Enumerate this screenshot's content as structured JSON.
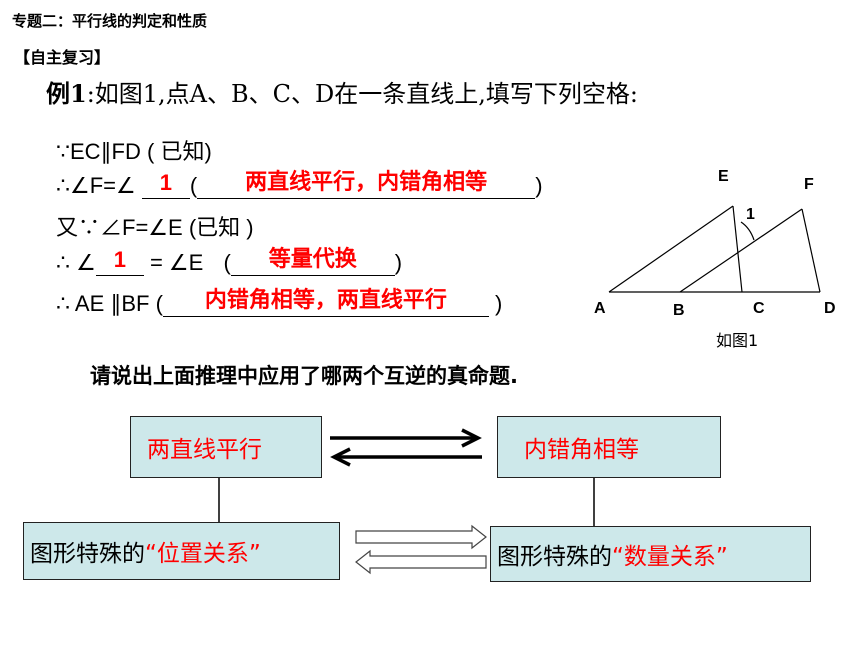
{
  "header": {
    "topic": "专题二：平行线的判定和性质",
    "review": "【自主复习】"
  },
  "example": {
    "label": "例1",
    "text": ":如图1,点A、B、C、D在一条直线上,填写下列空格:"
  },
  "proof": {
    "l1_stmt": "∵EC∥FD",
    "l1_reason": "( 已知)",
    "l2_prefix": "∴∠F=∠",
    "l2_blank": "1",
    "l2_reason": "两直线平行，内错角相等",
    "l3_stmt": "又∵∠F=∠E",
    "l3_reason": "(已知 )",
    "l4_prefix": "∴ ∠",
    "l4_blank": "1",
    "l4_mid": "= ∠E",
    "l4_reason": "等量代换",
    "l5_prefix": "∴ AE ∥BF",
    "l5_reason": "内错角相等，两直线平行"
  },
  "figure": {
    "points": {
      "A": "A",
      "B": "B",
      "C": "C",
      "D": "D",
      "E": "E",
      "F": "F"
    },
    "angle_label": "1",
    "caption": "如图1"
  },
  "question": "请说出上面推理中应用了哪两个互逆的真命题.",
  "diagram": {
    "top_left": "两直线平行",
    "top_right": "内错角相等",
    "bottom_left_prefix": "图形特殊的",
    "bottom_left_highlight": "“位置关系”",
    "bottom_right_prefix": "图形特殊的",
    "bottom_right_highlight": "“数量关系”",
    "box_color": "#cde8ea",
    "answer_color": "#ff0000"
  }
}
